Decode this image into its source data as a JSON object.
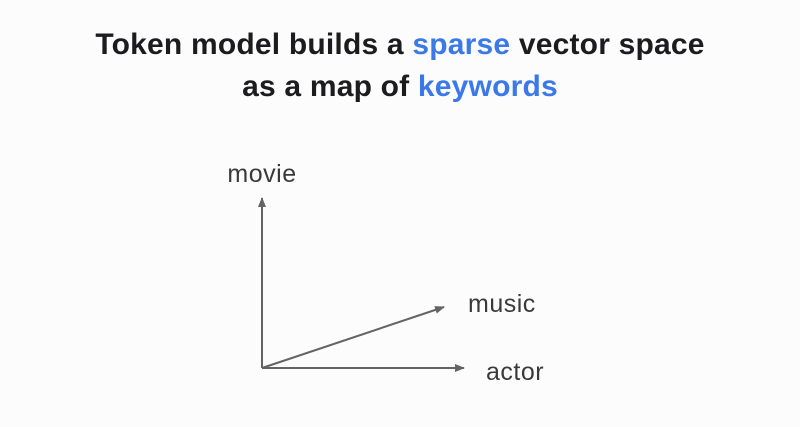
{
  "title": {
    "line1": [
      {
        "text": "Token model builds a "
      },
      {
        "text": "sparse",
        "highlight": true
      },
      {
        "text": " vector space"
      }
    ],
    "line2": [
      {
        "text": "as a map of "
      },
      {
        "text": "keywords",
        "highlight": true
      }
    ]
  },
  "colors": {
    "title_text": "#1c1c1e",
    "highlight_blue": "#3b78e8",
    "arrow_gray": "#646464",
    "axis_label_gray": "#3a3a3a",
    "background": "#fcfcfc"
  },
  "diagram": {
    "type": "vector-space-axes",
    "description": "three arrows from a common origin",
    "vectors": [
      {
        "label": "movie",
        "direction": "up"
      },
      {
        "label": "music",
        "direction": "up-right"
      },
      {
        "label": "actor",
        "direction": "right"
      }
    ]
  }
}
